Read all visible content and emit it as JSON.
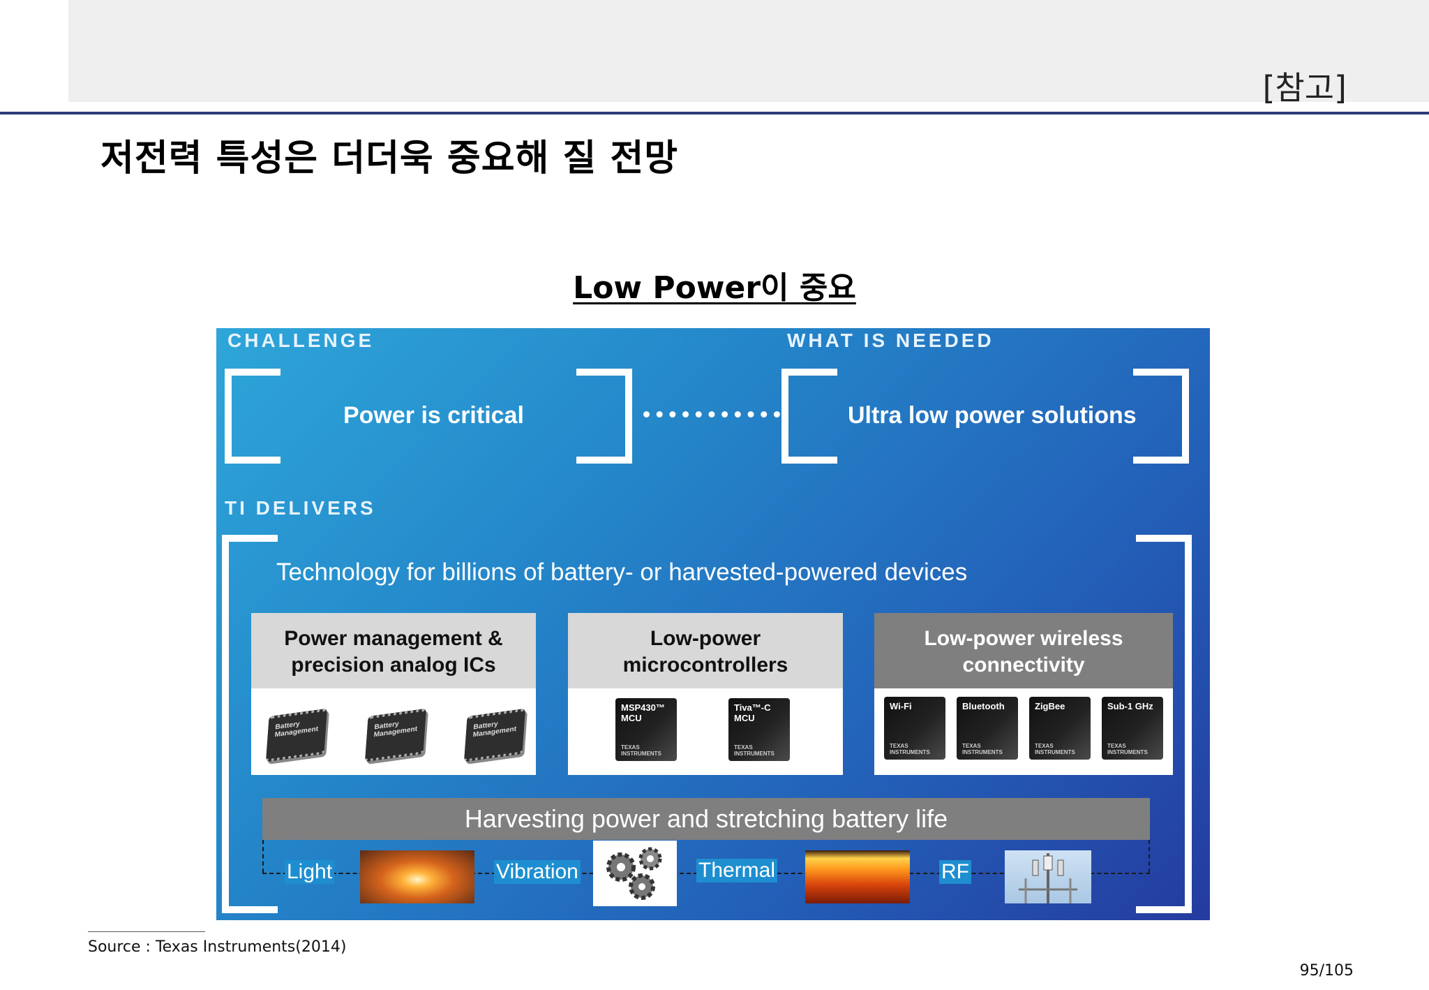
{
  "slide": {
    "tag": "[참고]",
    "title": "저전력 특성은 더더욱 중요해 질 전망",
    "subtitle": "Low Power이 중요",
    "source": "Source : Texas Instruments(2014)",
    "page": "95/105"
  },
  "figure": {
    "challenge_label": "CHALLENGE",
    "needed_label": "WHAT IS NEEDED",
    "challenge_text": "Power is critical",
    "needed_text": "Ultra low power solutions",
    "delivers_label": "TI DELIVERS",
    "tech_line": "Technology for billions of battery- or harvested-powered devices",
    "cards": [
      {
        "title1": "Power management &",
        "title2": "precision analog ICs"
      },
      {
        "title1": "Low-power",
        "title2": "microcontrollers"
      },
      {
        "title1": "Low-power wireless",
        "title2": "connectivity"
      }
    ],
    "chip_text": "Battery Management",
    "mcu_chips": [
      "MSP430™ MCU",
      "Tiva™-C MCU"
    ],
    "wireless_chips": [
      "Wi-Fi",
      "Bluetooth",
      "ZigBee",
      "Sub-1 GHz"
    ],
    "ti_logo_text": "TEXAS INSTRUMENTS",
    "harvest_title": "Harvesting power and stretching battery life",
    "sources": [
      "Light",
      "Vibration",
      "Thermal",
      "RF"
    ]
  }
}
